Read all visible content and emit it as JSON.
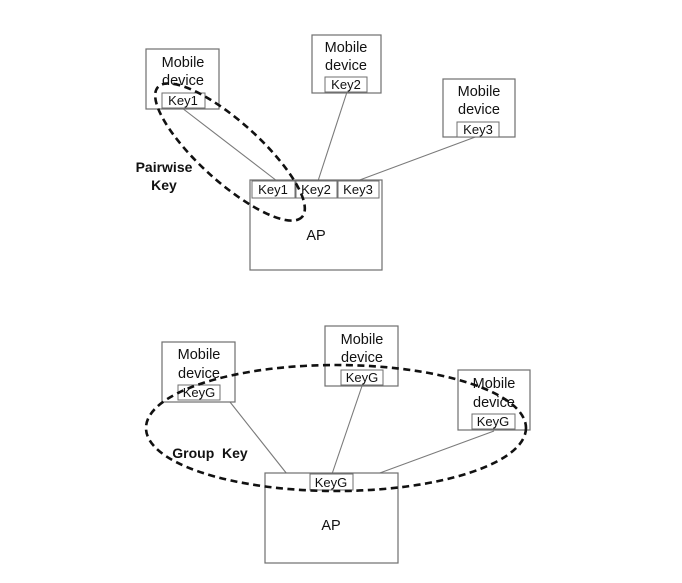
{
  "pairwise": {
    "devices": [
      {
        "line1": "Mobile",
        "line2": "device",
        "key": "Key1"
      },
      {
        "line1": "Mobile",
        "line2": "device",
        "key": "Key2"
      },
      {
        "line1": "Mobile",
        "line2": "device",
        "key": "Key3"
      }
    ],
    "ap_keys": [
      "Key1",
      "Key2",
      "Key3"
    ],
    "ap_label": "AP",
    "label_line1": "Pairwise",
    "label_line2": "Key"
  },
  "group": {
    "devices": [
      {
        "line1": "Mobile",
        "line2": "device",
        "key": "KeyG"
      },
      {
        "line1": "Mobile",
        "line2": "device",
        "key": "KeyG"
      },
      {
        "line1": "Mobile",
        "line2": "device",
        "key": "KeyG"
      }
    ],
    "ap_key": "KeyG",
    "ap_label": "AP",
    "label": "Group  Key"
  }
}
